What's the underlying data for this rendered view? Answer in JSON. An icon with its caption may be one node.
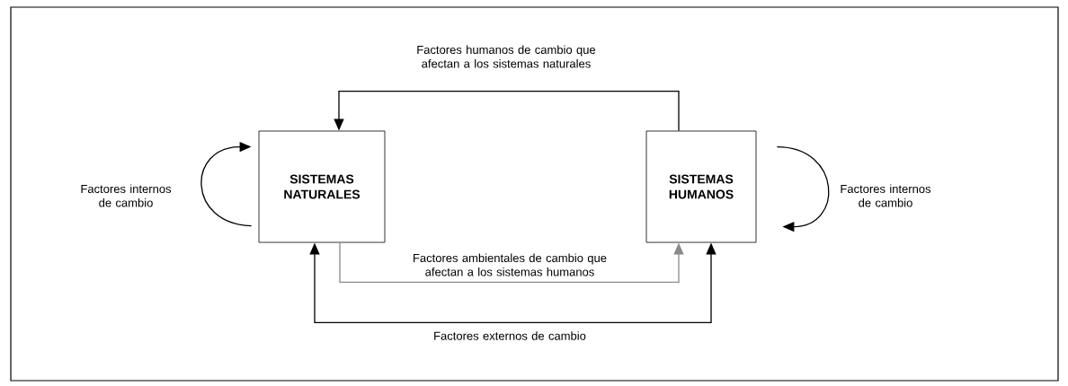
{
  "diagram": {
    "nodes": [
      {
        "text": [
          "SISTEMAS NATURALES"
        ]
      },
      {
        "text": [
          "SISTEMAS HUMANOS"
        ]
      }
    ],
    "edges": [
      {
        "from": 1,
        "to": 0,
        "arrow": "to",
        "label": "Factores humanos de cambio que afectan a los sistemas naturales"
      },
      {
        "from": 0,
        "to": 0,
        "arrow": "to",
        "label": "Factores internos de cambio"
      },
      {
        "from": 1,
        "to": 1,
        "arrow": "to",
        "label": "Factores internos de cambio"
      },
      {
        "from": 0,
        "to": 1,
        "arrow": "to",
        "label": "Factores ambientales de cambio que afectan a los sistemas humanos",
        "color": "#8a8a8a"
      },
      {
        "from": 0,
        "to": 1,
        "arrow": "both",
        "label": "Factores externos de cambio"
      }
    ]
  }
}
